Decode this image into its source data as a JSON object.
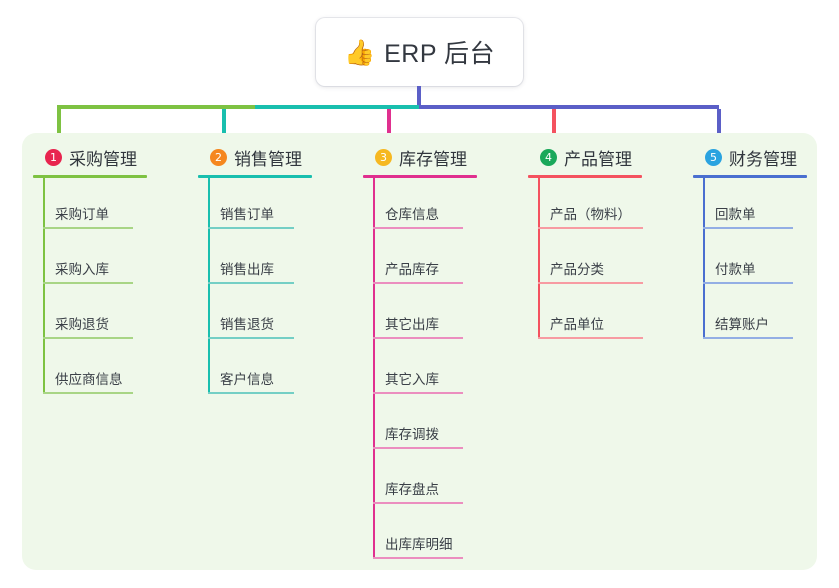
{
  "diagram": {
    "type": "mindmap-tree",
    "root": {
      "icon": "thumbs-up-emoji",
      "icon_glyph": "👍",
      "title": "ERP 后台",
      "stem_color": "#5b5fc7"
    },
    "panel_color": "#eff8ea",
    "bus_color": "#5b5fc7",
    "branches": [
      {
        "number": "1",
        "title": "采购管理",
        "badge_color": "#e8254f",
        "line_color": "#7ec242",
        "child_line_color": "#a8d585",
        "drop_color": "#7ec242",
        "bus_segment_color": "#7ec242",
        "children": [
          "采购订单",
          "采购入库",
          "采购退货",
          "供应商信息"
        ]
      },
      {
        "number": "2",
        "title": "销售管理",
        "badge_color": "#f5871f",
        "line_color": "#19bfae",
        "child_line_color": "#74cfc5",
        "drop_color": "#19bfae",
        "bus_segment_color": "#19bfae",
        "children": [
          "销售订单",
          "销售出库",
          "销售退货",
          "客户信息"
        ]
      },
      {
        "number": "3",
        "title": "库存管理",
        "badge_color": "#f6b821",
        "line_color": "#e0308f",
        "child_line_color": "#eb8ebf",
        "drop_color": "#e0308f",
        "bus_segment_color": "#5b5fc7",
        "children": [
          "仓库信息",
          "产品库存",
          "其它出库",
          "其它入库",
          "库存调拨",
          "库存盘点",
          "出库库明细"
        ]
      },
      {
        "number": "4",
        "title": "产品管理",
        "badge_color": "#1aa85a",
        "line_color": "#f4525f",
        "child_line_color": "#f79ba2",
        "drop_color": "#f4525f",
        "bus_segment_color": "#5b5fc7",
        "children": [
          "产品（物料）",
          "产品分类",
          "产品单位"
        ]
      },
      {
        "number": "5",
        "title": "财务管理",
        "badge_color": "#2aa3e0",
        "line_color": "#4a6fd0",
        "child_line_color": "#93aee4",
        "drop_color": "#5b5fc7",
        "bus_segment_color": "#5b5fc7",
        "children": [
          "回款单",
          "付款单",
          "结算账户"
        ]
      }
    ]
  }
}
